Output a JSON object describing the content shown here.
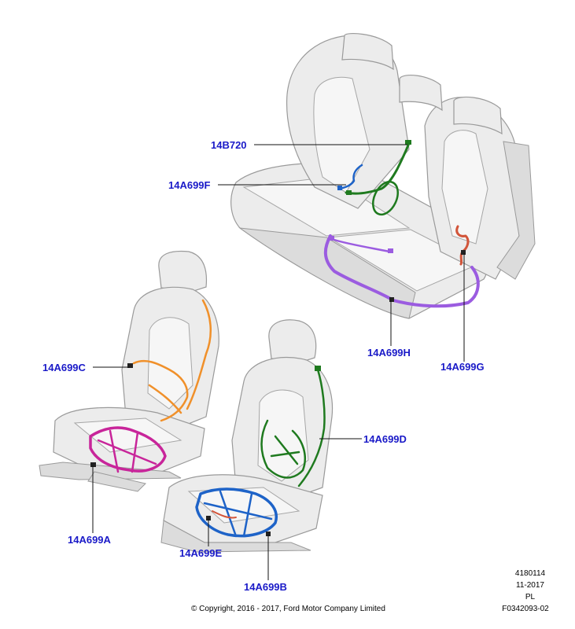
{
  "callouts": {
    "c14B720": "14B720",
    "c14A699F": "14A699F",
    "c14A699H": "14A699H",
    "c14A699G": "14A699G",
    "c14A699C": "14A699C",
    "c14A699D": "14A699D",
    "c14A699A": "14A699A",
    "c14A699E": "14A699E",
    "c14A699B": "14A699B"
  },
  "meta": {
    "ref_number": "4180114",
    "date": "11-2017",
    "lang": "PL",
    "figure_id": "F0342093-02"
  },
  "copyright": "© Copyright, 2016 - 2017, Ford Motor Company Limited",
  "colors": {
    "callout_text": "#1a1ac8",
    "harness_green": "#1f7a1f",
    "harness_blue": "#1e63c8",
    "harness_purple": "#9b5ce0",
    "harness_red": "#d2553a",
    "harness_orange": "#f0902a",
    "harness_magenta": "#c8259a"
  }
}
